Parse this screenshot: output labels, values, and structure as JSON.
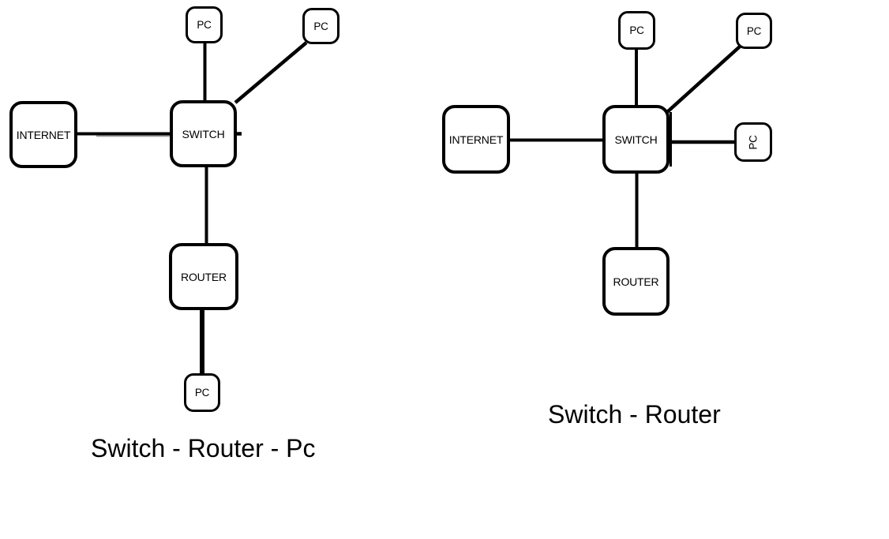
{
  "page": {
    "background_color": "#ffffff",
    "ink_color": "#000000"
  },
  "left_diagram": {
    "caption": "Switch - Router - Pc",
    "nodes": {
      "pc_top": {
        "label": "PC"
      },
      "pc_top_right": {
        "label": "PC"
      },
      "internet": {
        "label": "INTERNET"
      },
      "switch": {
        "label": "SWITCH"
      },
      "router": {
        "label": "ROUTER"
      },
      "pc_bottom": {
        "label": "PC"
      }
    },
    "edges": [
      {
        "from": "internet",
        "to": "switch"
      },
      {
        "from": "pc_top",
        "to": "switch"
      },
      {
        "from": "pc_top_right",
        "to": "switch"
      },
      {
        "from": "switch",
        "to": "router"
      },
      {
        "from": "router",
        "to": "pc_bottom"
      }
    ]
  },
  "right_diagram": {
    "caption": "Switch - Router",
    "nodes": {
      "pc_top": {
        "label": "PC"
      },
      "pc_top_right": {
        "label": "PC"
      },
      "pc_right": {
        "label": "PC",
        "text_rotation_deg": -90
      },
      "internet": {
        "label": "INTERNET"
      },
      "switch": {
        "label": "SWITCH"
      },
      "router": {
        "label": "ROUTER"
      }
    },
    "edges": [
      {
        "from": "internet",
        "to": "switch"
      },
      {
        "from": "pc_top",
        "to": "switch"
      },
      {
        "from": "pc_top_right",
        "to": "switch"
      },
      {
        "from": "switch",
        "to": "pc_right"
      },
      {
        "from": "switch",
        "to": "router"
      }
    ]
  }
}
